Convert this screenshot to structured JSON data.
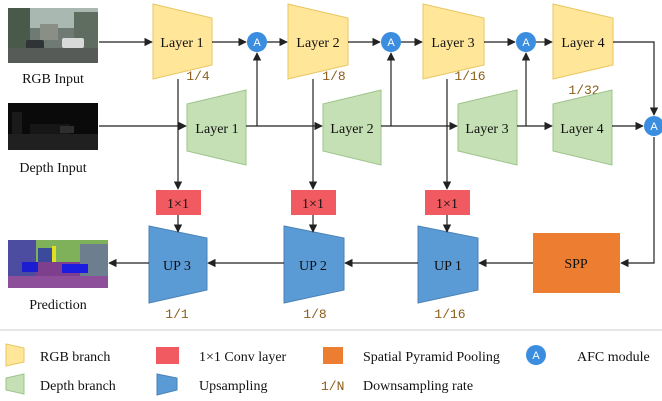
{
  "inputs": {
    "rgb_label": "RGB Input",
    "depth_label": "Depth Input",
    "prediction_label": "Prediction"
  },
  "rgb_layers": [
    "Layer 1",
    "Layer 2",
    "Layer 3",
    "Layer 4"
  ],
  "depth_layers": [
    "Layer 1",
    "Layer 2",
    "Layer 3",
    "Layer 4"
  ],
  "rates_encoder": [
    "1/4",
    "1/8",
    "1/16",
    "1/32"
  ],
  "conv_label": "1×1",
  "afc_label": "A",
  "spp_label": "SPP",
  "up_layers": [
    "UP 3",
    "UP 2",
    "UP 1"
  ],
  "rates_decoder": [
    "1/1",
    "1/8",
    "1/16"
  ],
  "legend": {
    "rgb_branch": "RGB branch",
    "depth_branch": "Depth branch",
    "conv": "1×1 Conv layer",
    "upsampling": "Upsampling",
    "spp": "Spatial Pyramid Pooling",
    "downsampling_symbol": "1/N",
    "downsampling": "Downsampling rate",
    "afc_symbol": "A",
    "afc": "AFC module"
  },
  "colors": {
    "rgb_fill": "#FFE699",
    "rgb_stroke": "#E8C660",
    "depth_fill": "#C5E0B4",
    "depth_stroke": "#9DC48A",
    "conv_fill": "#F15A60",
    "up_fill": "#5B9BD5",
    "spp_fill": "#ED7D31",
    "afc_fill": "#3B8DE0",
    "rate_color": "#8B5E1A"
  }
}
